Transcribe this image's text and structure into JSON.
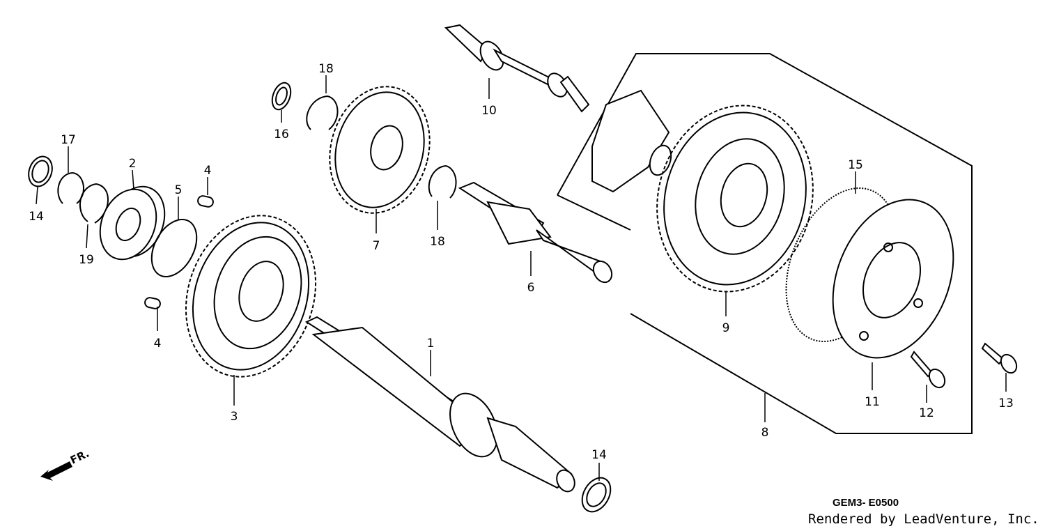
{
  "diagram_code": "GEM3- E0500",
  "credit": "Rendered by LeadVenture, Inc.",
  "direction_label": "FR.",
  "callouts": [
    "14",
    "17",
    "19",
    "2",
    "5",
    "4",
    "4",
    "3",
    "16",
    "18",
    "7",
    "18",
    "10",
    "6",
    "1",
    "14",
    "9",
    "15",
    "11",
    "12",
    "13",
    "8"
  ]
}
